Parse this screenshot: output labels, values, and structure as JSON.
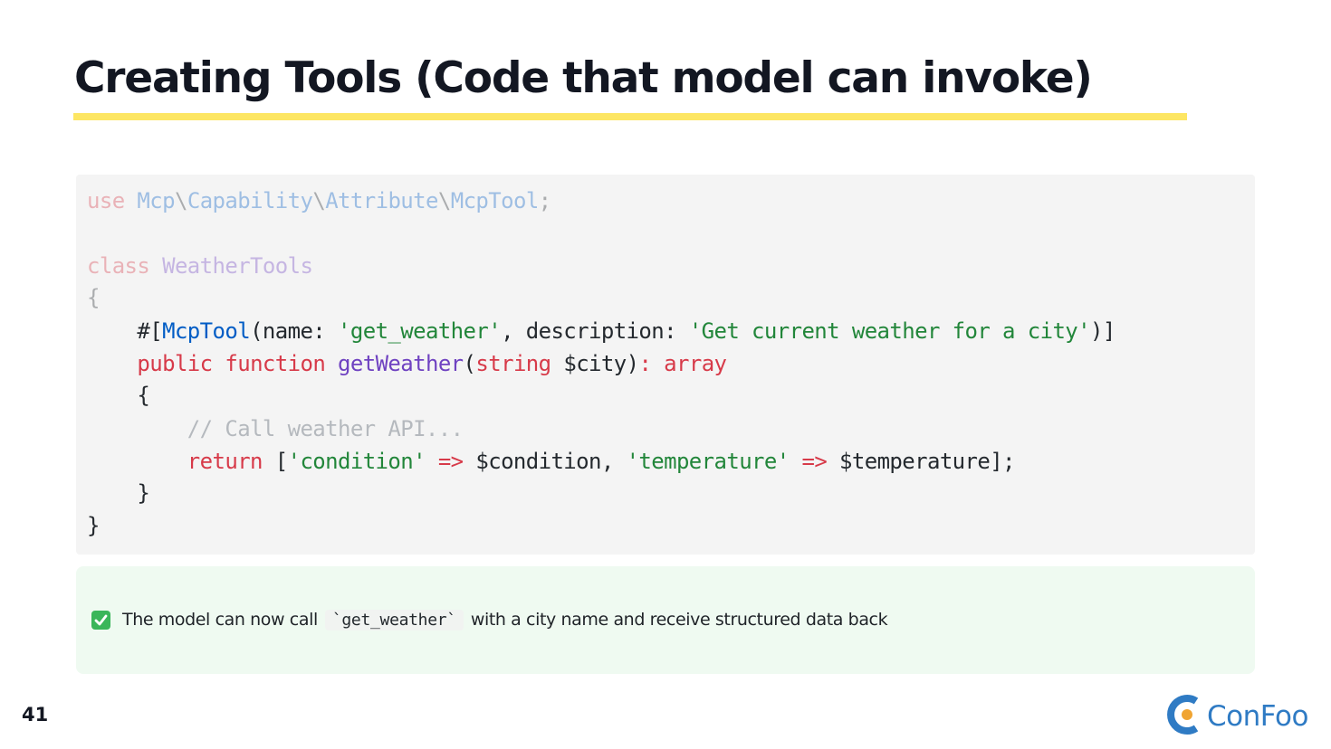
{
  "slide": {
    "title": "Creating Tools (Code that model can invoke)",
    "page_number": "41",
    "logo_text": "ConFoo"
  },
  "code": {
    "l1": {
      "use": "use",
      "ns1": "Mcp",
      "sep1": "\\",
      "ns2": "Capability",
      "sep2": "\\",
      "ns3": "Attribute",
      "sep3": "\\",
      "ns4": "McpTool",
      "semi": ";"
    },
    "l3": {
      "class": "class",
      "name": "WeatherTools"
    },
    "l4": {
      "brace": "{"
    },
    "l5": {
      "indent": "    ",
      "open": "#[",
      "attr": "McpTool",
      "p1": "(name: ",
      "s1": "'get_weather'",
      "p2": ", description: ",
      "s2": "'Get current weather for a city'",
      "close": ")]"
    },
    "l6": {
      "indent": "    ",
      "public": "public",
      "sp1": " ",
      "function": "function",
      "sp2": " ",
      "fname": "getWeather",
      "paren": "(",
      "type": "string",
      "arg": " $city)",
      "colon": ": ",
      "ret": "array"
    },
    "l7": {
      "text": "    {"
    },
    "l8": {
      "indent": "        ",
      "comment": "// Call weather API..."
    },
    "l9": {
      "indent": "        ",
      "ret": "return",
      "bracket": " [",
      "s1": "'condition'",
      "sp1": " ",
      "arrow1": "=>",
      "v1": " $condition, ",
      "s2": "'temperature'",
      "sp2": " ",
      "arrow2": "=>",
      "v2": " $temperature];"
    },
    "l10": {
      "text": "    }"
    },
    "l11": {
      "text": "}"
    }
  },
  "note": {
    "icon": "check-mark-icon",
    "before": "The model can now call",
    "code": "`get_weather`",
    "after": "with a city name and receive structured data back"
  }
}
